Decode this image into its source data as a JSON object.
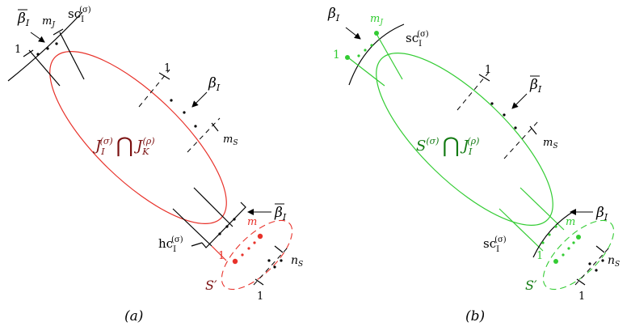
{
  "colors": {
    "black": "#000000",
    "red": "#e8322a",
    "darkred": "#7a1010",
    "green": "#33cc33",
    "darkgreen": "#127a12"
  },
  "panel_a": {
    "caption": "(a)",
    "center_expr": {
      "left": "J",
      "left_sub": "I",
      "left_sup": "(σ)",
      "op": "⋂",
      "right": "J",
      "right_sub": "K",
      "right_sup": "(ρ)"
    },
    "top_arc": {
      "beta_bar_label": "β",
      "beta_bar_sub": "I",
      "m_label": "m",
      "m_sub": "J",
      "one_label": "1",
      "arc_label": "sc",
      "arc_sub": "I",
      "arc_sup": "(σ)"
    },
    "right_ticks": {
      "one_label": "1",
      "beta_label": "β",
      "beta_sub": "I",
      "m_label": "m",
      "m_sub": "S"
    },
    "bottom_group": {
      "beta_bar_label": "β",
      "beta_bar_sub": "I",
      "bracket_label": "hc",
      "bracket_sub": "I",
      "bracket_sup": "(σ)",
      "one_label": "1",
      "m_label": "m",
      "n_label": "n",
      "n_sub": "S",
      "s_prime_label": "S′",
      "bottom_one": "1"
    }
  },
  "panel_b": {
    "caption": "(b)",
    "center_expr": {
      "left": "S",
      "left_sup": "(σ)",
      "op": "⋂",
      "right": "J",
      "right_sub": "I",
      "right_sup": "(ρ)"
    },
    "top_arc": {
      "beta_label": "β",
      "beta_sub": "I",
      "m_label": "m",
      "m_sub": "J",
      "one_label": "1",
      "arc_label": "sc",
      "arc_sub": "I",
      "arc_sup": "(σ)"
    },
    "right_ticks": {
      "one_label": "1",
      "beta_bar_label": "β",
      "beta_bar_sub": "I",
      "m_label": "m",
      "m_sub": "S"
    },
    "bottom_group": {
      "beta_label": "β",
      "beta_sub": "I",
      "arc_label": "sc",
      "arc_sub": "I",
      "arc_sup": "(σ)",
      "one_label": "1",
      "m_label": "m",
      "n_label": "n",
      "n_sub": "S",
      "s_prime_label": "S′",
      "bottom_one": "1"
    }
  }
}
